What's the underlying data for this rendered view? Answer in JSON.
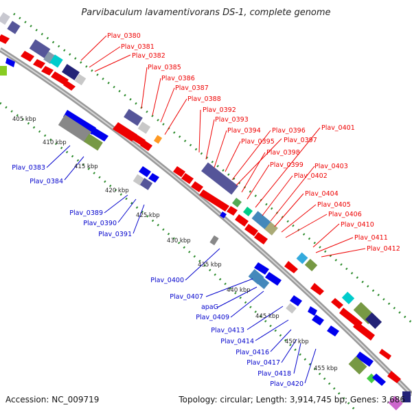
{
  "title": "Parvibaculum lavamentivorans DS-1, complete genome",
  "footer": {
    "accession": "Accession: NC_009719",
    "topology": "Topology: circular; Length: 3,914,745 bp; Genes: 3,686"
  },
  "colors": {
    "forward_label": "#ee0000",
    "reverse_label": "#0000cc",
    "backbone": "#999999",
    "frame": "#2a8a2a",
    "forward_arrow": "#ee0000",
    "reverse_arrow": "#0000ee"
  },
  "kbp_ticks": [
    "405 kbp",
    "410 kbp",
    "415 kbp",
    "420 kbp",
    "425 kbp",
    "430 kbp",
    "435 kbp",
    "440 kbp",
    "445 kbp",
    "450 kbp",
    "455 kbp"
  ],
  "forward_labels": [
    "Plav_0380",
    "Plav_0381",
    "Plav_0382",
    "Plav_0385",
    "Plav_0386",
    "Plav_0387",
    "Plav_0388",
    "Plav_0392",
    "Plav_0393",
    "Plav_0394",
    "Plav_0395",
    "Plav_0396",
    "Plav_0397",
    "Plav_0398",
    "Plav_0399",
    "Plav_0401",
    "Plav_0402",
    "Plav_0403",
    "Plav_0404",
    "Plav_0405",
    "Plav_0406",
    "Plav_0410",
    "Plav_0411",
    "Plav_0412"
  ],
  "reverse_labels": [
    "Plav_0383",
    "Plav_0384",
    "Plav_0389",
    "Plav_0390",
    "Plav_0391",
    "Plav_0400",
    "Plav_0407",
    "apaG",
    "Plav_0409",
    "Plav_0413",
    "Plav_0414",
    "Plav_0416",
    "Plav_0417",
    "Plav_0418",
    "Plav_0420"
  ]
}
